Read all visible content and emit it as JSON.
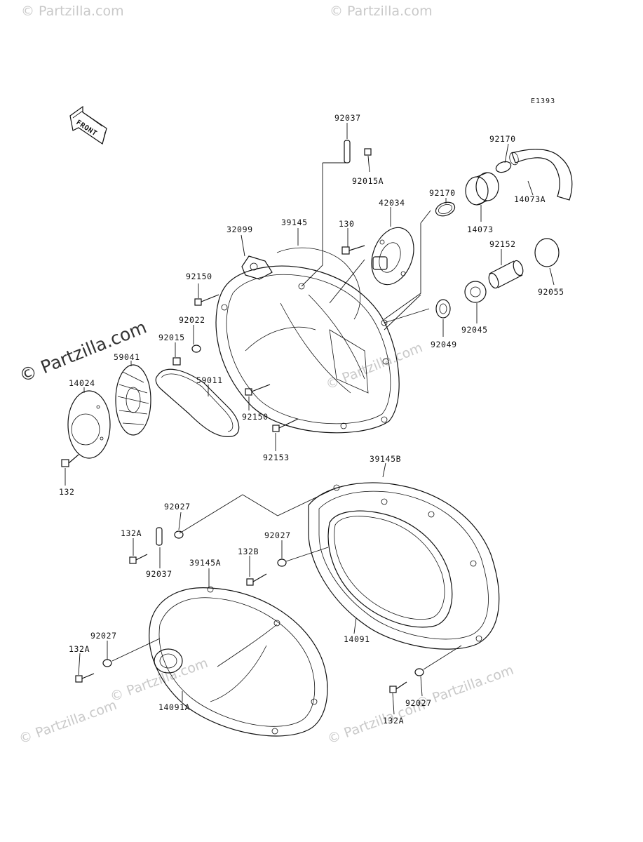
{
  "diagram_code": "E1393",
  "front_label": "FRONT",
  "watermarks": {
    "top_left": "© Partzilla.com",
    "top_right": "© Partzilla.com",
    "center_rotated": "© Partzilla.com",
    "center_faint": "© Partzilla.com",
    "bottom_left_a": "© Partzilla.com",
    "bottom_left_b": "© Partzilla.com",
    "bottom_right": "© Partzilla.com",
    "bottom_mid": "© Partzilla.com"
  },
  "parts": [
    {
      "id": "p92037a",
      "label": "92037"
    },
    {
      "id": "p92015a",
      "label": "92015A"
    },
    {
      "id": "p92170a",
      "label": "92170"
    },
    {
      "id": "p14073a",
      "label": "14073A"
    },
    {
      "id": "p92170b",
      "label": "92170"
    },
    {
      "id": "p42034",
      "label": "42034"
    },
    {
      "id": "p130",
      "label": "130"
    },
    {
      "id": "p14073",
      "label": "14073"
    },
    {
      "id": "p32099",
      "label": "32099"
    },
    {
      "id": "p39145",
      "label": "39145"
    },
    {
      "id": "p92152",
      "label": "92152"
    },
    {
      "id": "p92055",
      "label": "92055"
    },
    {
      "id": "p92150a",
      "label": "92150"
    },
    {
      "id": "p92022",
      "label": "92022"
    },
    {
      "id": "p92015",
      "label": "92015"
    },
    {
      "id": "p92045",
      "label": "92045"
    },
    {
      "id": "p92049",
      "label": "92049"
    },
    {
      "id": "p59041",
      "label": "59041"
    },
    {
      "id": "p14024",
      "label": "14024"
    },
    {
      "id": "p59011",
      "label": "59011"
    },
    {
      "id": "p92150b",
      "label": "92150"
    },
    {
      "id": "p92153",
      "label": "92153"
    },
    {
      "id": "p132",
      "label": "132"
    },
    {
      "id": "p39145b",
      "label": "39145B"
    },
    {
      "id": "p92027a",
      "label": "92027"
    },
    {
      "id": "p132a1",
      "label": "132A"
    },
    {
      "id": "p92027b",
      "label": "92027"
    },
    {
      "id": "p132b",
      "label": "132B"
    },
    {
      "id": "p92037b",
      "label": "92037"
    },
    {
      "id": "p39145a",
      "label": "39145A"
    },
    {
      "id": "p92027c",
      "label": "92027"
    },
    {
      "id": "p132a2",
      "label": "132A"
    },
    {
      "id": "p14091",
      "label": "14091"
    },
    {
      "id": "p14091a",
      "label": "14091A"
    },
    {
      "id": "p92027d",
      "label": "92027"
    },
    {
      "id": "p132a3",
      "label": "132A"
    }
  ]
}
